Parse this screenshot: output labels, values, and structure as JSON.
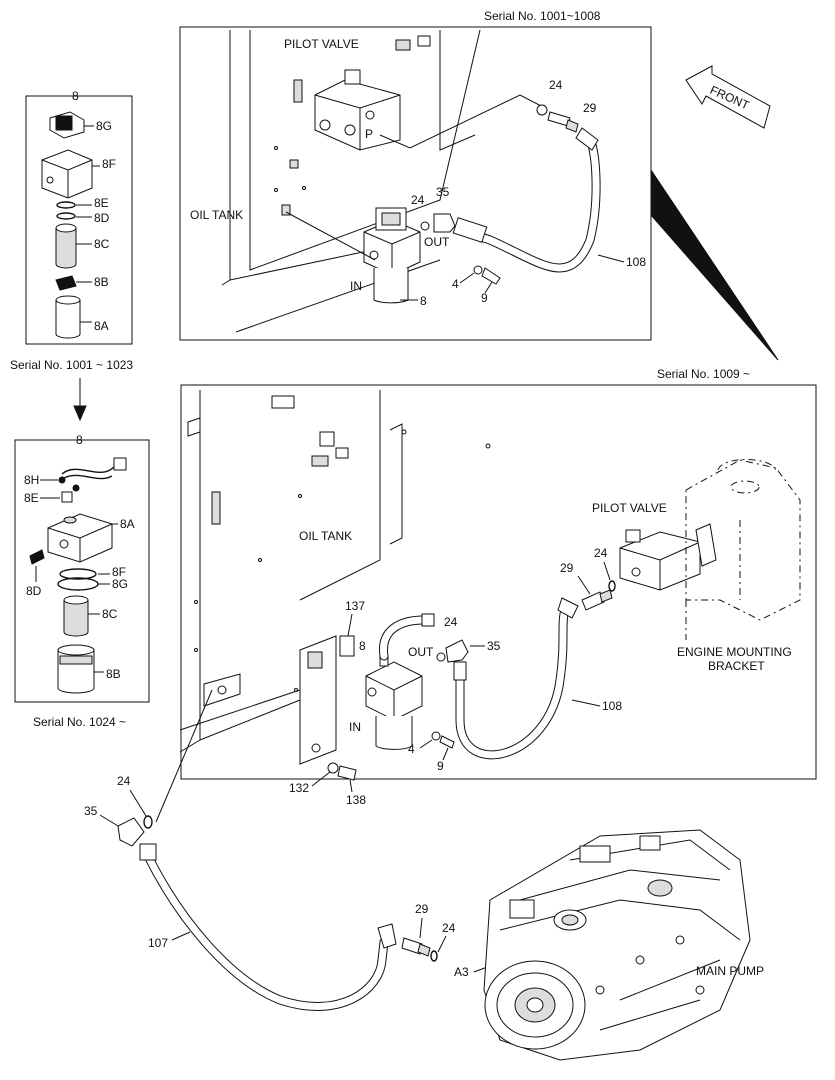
{
  "serials": {
    "top": "Serial No.  1001~1008",
    "mid": "Serial No.  1009 ~",
    "left_upper": "Serial No. 1001 ~ 1023",
    "left_lower": "Serial No. 1024 ~"
  },
  "labels": {
    "front": "FRONT",
    "pilot_valve": "PILOT VALVE",
    "oil_tank": "OIL TANK",
    "in": "IN",
    "out": "OUT",
    "p": "P",
    "engine_bracket_1": "ENGINE MOUNTING",
    "engine_bracket_2": "BRACKET",
    "main_pump": "MAIN PUMP",
    "a3": "A3"
  },
  "parts": {
    "p8": "8",
    "p8A": "8A",
    "p8B": "8B",
    "p8C": "8C",
    "p8D": "8D",
    "p8E": "8E",
    "p8F": "8F",
    "p8G": "8G",
    "p8H": "8H",
    "p4": "4",
    "p9": "9",
    "p24": "24",
    "p29": "29",
    "p35": "35",
    "p107": "107",
    "p108": "108",
    "p132": "132",
    "p137": "137",
    "p138": "138"
  }
}
